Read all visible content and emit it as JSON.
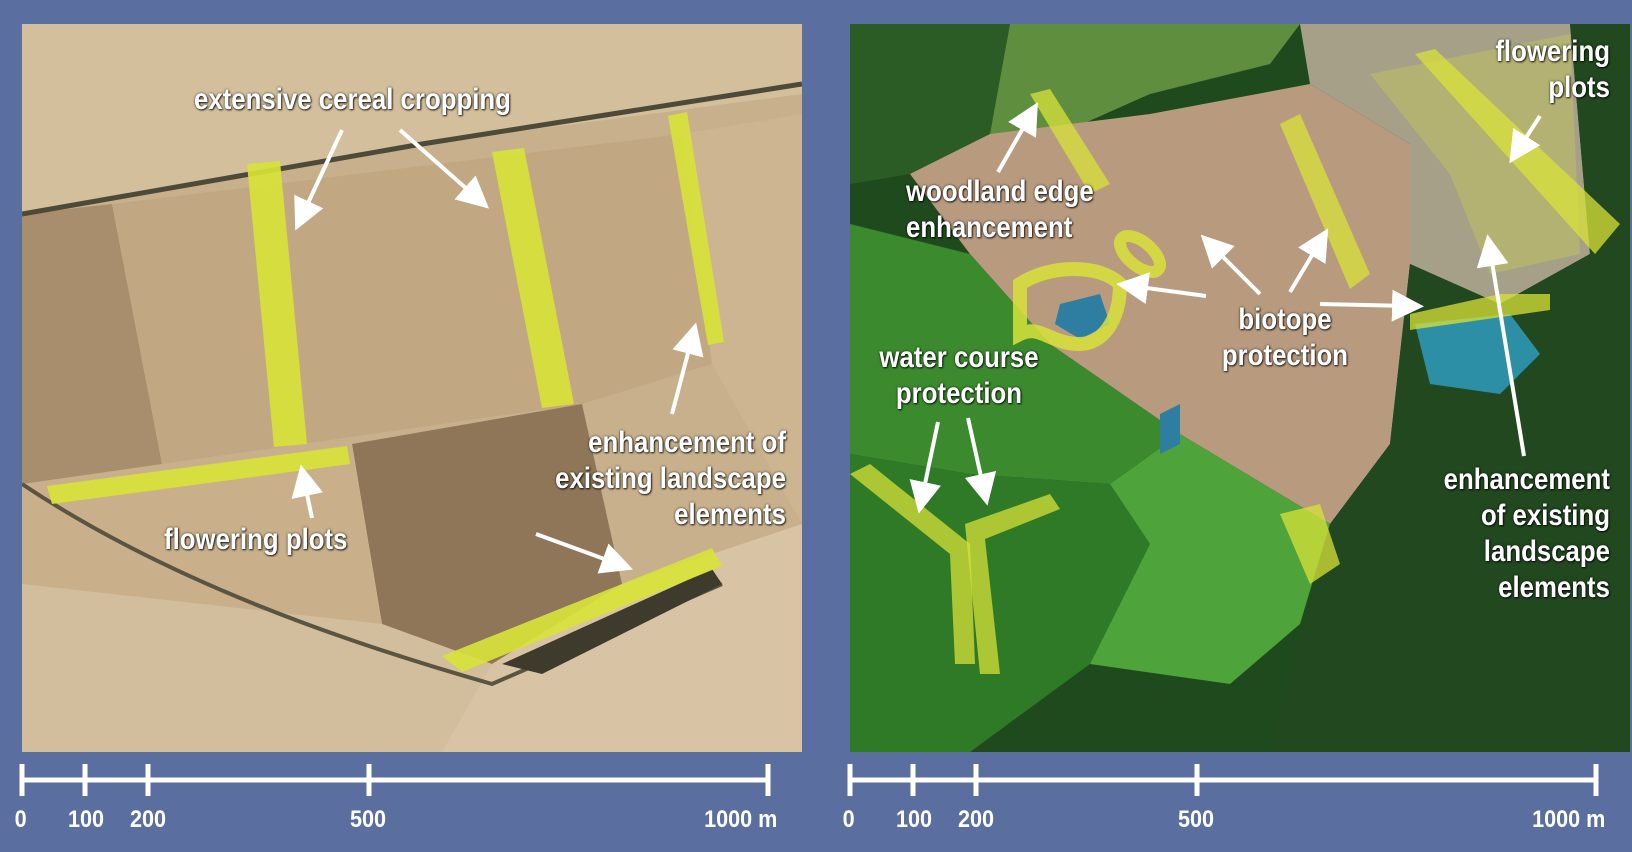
{
  "left_map": {
    "labels": {
      "cereal": "extensive cereal cropping",
      "flowering": "flowering plots",
      "enhancement": "enhancement of existing landscape elements"
    }
  },
  "right_map": {
    "labels": {
      "flowering": "flowering plots",
      "woodland": "woodland edge enhancement",
      "biotope": "biotope protection",
      "water": "water course protection",
      "enhancement": "enhancement of existing landscape elements"
    }
  },
  "scale_ticks": [
    "0",
    "100",
    "200",
    "500",
    "1000 m"
  ],
  "colors": {
    "frame": "#5a6f9f",
    "measure_strip": "#d8e23a",
    "arrow": "#ffffff"
  }
}
